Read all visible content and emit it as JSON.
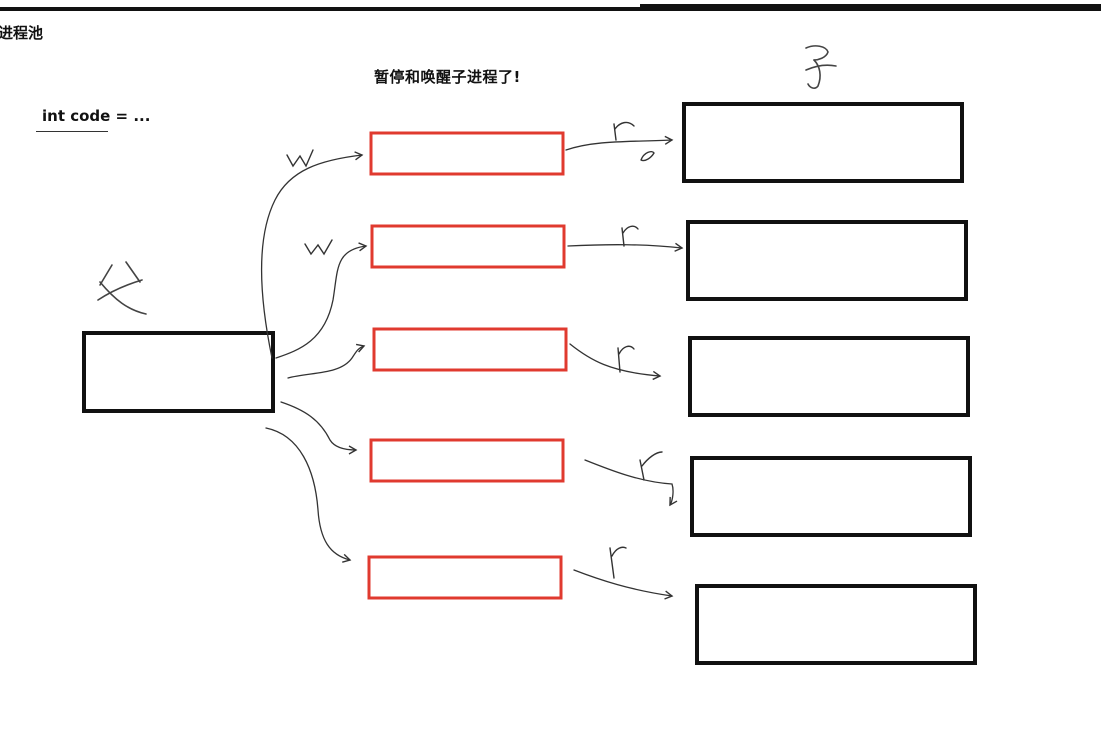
{
  "header": {
    "title": "进程池"
  },
  "slide": {
    "heading": "暂停和唤醒子进程了!",
    "code_note": "int code = ..."
  },
  "diagram": {
    "parent_label": "父",
    "child_label": "子",
    "write_label": "w",
    "read_label": "r",
    "colors": {
      "pipe_border": "#e03a2f",
      "box_border": "#111111",
      "ink": "#333333"
    }
  }
}
